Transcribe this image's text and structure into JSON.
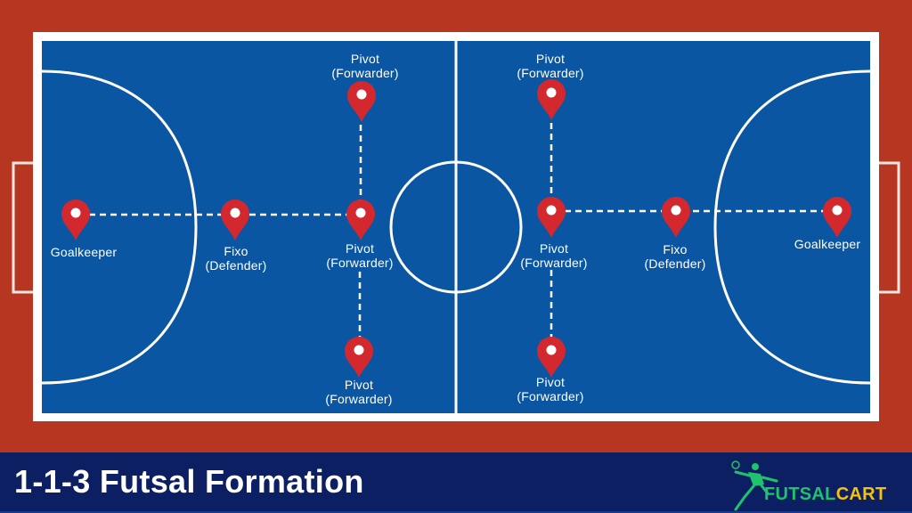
{
  "title": "1-1-3 Futsal Formation",
  "brand": {
    "part1": "FUTSAL",
    "part2": "CART",
    "color1": "#1ec36b",
    "color2": "#f4c20d"
  },
  "colors": {
    "surround": "#b63621",
    "court": "#0a56a2",
    "lines": "#ffffff",
    "pin": "#d3282e",
    "footer": "#0d1f63"
  },
  "players": {
    "left_gk": {
      "line1": "Goalkeeper",
      "line2": ""
    },
    "left_fixo": {
      "line1": "Fixo",
      "line2": "(Defender)"
    },
    "left_pivot_top": {
      "line1": "Pivot",
      "line2": "(Forwarder)"
    },
    "left_pivot_mid": {
      "line1": "Pivot",
      "line2": "(Forwarder)"
    },
    "left_pivot_bot": {
      "line1": "Pivot",
      "line2": "(Forwarder)"
    },
    "right_gk": {
      "line1": "Goalkeeper",
      "line2": ""
    },
    "right_fixo": {
      "line1": "Fixo",
      "line2": "(Defender)"
    },
    "right_pivot_top": {
      "line1": "Pivot",
      "line2": "(Forwarder)"
    },
    "right_pivot_mid": {
      "line1": "Pivot",
      "line2": "(Forwarder)"
    },
    "right_pivot_bot": {
      "line1": "Pivot",
      "line2": "(Forwarder)"
    }
  }
}
